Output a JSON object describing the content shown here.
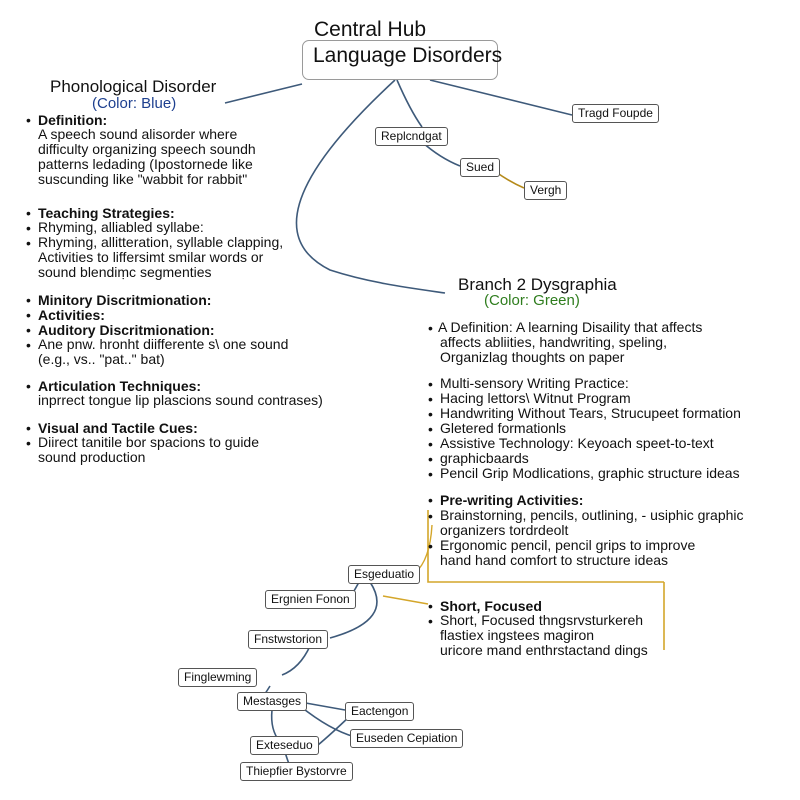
{
  "hub": {
    "title": "Central Hub",
    "subtitle": "Language Disorders"
  },
  "branch1": {
    "title": "Phonological Disorder",
    "color_label": "(Color: Blue)",
    "color": "#1d3f8f",
    "sections": [
      {
        "heading": "Definition:",
        "lines": [
          "A speech sound alisorder where",
          "difficulty organizing speech soundh",
          "patterns ledading (Ipostornede like",
          "suscunding like \"wabbit for rabbit\""
        ]
      },
      {
        "heading": "Teaching Strategies:",
        "lines": [
          "Rhyming, alliabled syllabe:",
          "Rhyming, allitteration, syllable clapping,",
          "Activities to liffersimt smilar words  or",
          "sound blendiṃc segmenties"
        ]
      },
      {
        "heading": "Minitory Discritmionation:",
        "lines": []
      },
      {
        "heading": "Activities:",
        "lines": []
      },
      {
        "heading": "Auditory Discritmionation:",
        "lines": [
          "Ane pnw. hronht diifferente s\\ one sound",
          "(e.g., vs.. \"pat..\" bat)"
        ]
      },
      {
        "heading": "Articulation Techniques:",
        "lines": [
          "inprrect tongue lip plascions sound contrases)"
        ]
      },
      {
        "heading": "Visual and Tactile Cues:",
        "lines": [
          "Diirect tanitile bor spacions to guide",
          "sound production"
        ]
      }
    ]
  },
  "branch2": {
    "title": "Branch 2 Dysgraphia",
    "color_label": "(Color: Green)",
    "color": "#2f7d1e",
    "definition": [
      "A Definition: A learning Disaility that affects",
      "affects abliities, handwriting, speling,",
      "Organizlag thoughts on paper"
    ],
    "writing_practice": [
      "Multi-sensory Writing Practice:",
      "Hacing lettors\\ Witnut Program",
      "Handwriting Without Tears, Strucupeet formation",
      "Gletered formationls",
      "Assistive Technology: Keyoach speet-to-text",
      "graphicbaards",
      "Pencil Grip Modlications, graphic structure ideas"
    ],
    "prewriting": {
      "heading": "Pre-writing Activities:",
      "lines": [
        "Brainstorning, pencils, outlining, - usiphic graphic",
        "organizers tordrdeolt",
        "Ergonomic pencil, pencil grips to improve",
        "hand hand comfort to structure ideas"
      ]
    },
    "short": {
      "heading": "Short, Focused",
      "lines": [
        "Short, Focused thngsrvsturkereh",
        "flastiex ingstees magiron",
        "uricore mand enthrstactand dings"
      ]
    }
  },
  "nodes": {
    "tragd": "Tragd Foupde",
    "replcndgat": "Replcndgat",
    "sued": "Sued",
    "vergh": "Vergh",
    "esgeduatio": "Esgeduatio",
    "ergnien": "Ergnien Fonon",
    "fnstwstorion": "Fnstwstorion",
    "finglewming": "Finglewming",
    "mestasges": "Mestasges",
    "eactengon": "Eactengon",
    "exteseduo": "Exteseduo",
    "euseden": "Euseden Cepiation",
    "thiepfier": "Thiepfier Bystorvre"
  },
  "colors": {
    "line_blue": "#3e5a7a",
    "line_gold": "#d4a62a",
    "node_border": "#555555"
  }
}
